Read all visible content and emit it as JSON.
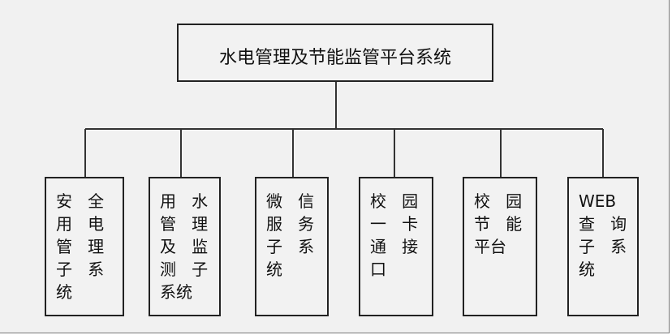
{
  "root": {
    "title": "水电管理及节能监管平台系统"
  },
  "children": [
    {
      "label_lines": [
        "安   全",
        "用   电",
        "管   理",
        "子   系",
        "统"
      ]
    },
    {
      "label_lines": [
        "用   水",
        "管   理",
        "及   监",
        "测   子",
        "系统"
      ]
    },
    {
      "label_lines": [
        "微   信",
        "服   务",
        "子   系",
        "统"
      ]
    },
    {
      "label_lines": [
        "校   园",
        "一   卡",
        "通   接",
        "口"
      ]
    },
    {
      "label_lines": [
        "校   园",
        "节   能",
        "平台"
      ]
    },
    {
      "label_lines": [
        "WEB",
        "查   询",
        "子   系",
        "统"
      ]
    }
  ],
  "colors": {
    "panel_background": "#f1f1f1",
    "box_border": "#222222",
    "connector": "#333333"
  }
}
